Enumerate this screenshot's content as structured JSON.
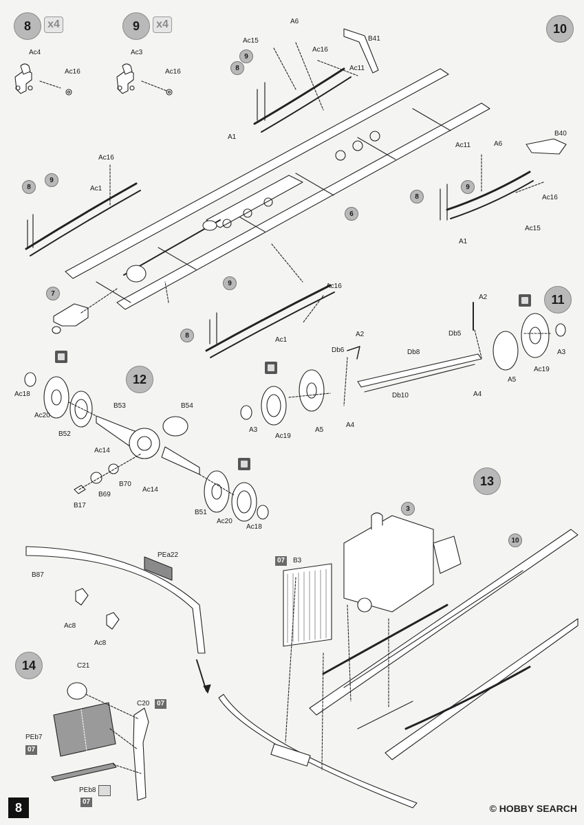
{
  "page_number": "8",
  "watermark": {
    "brand": "HOBBY SEARCH",
    "mark": "©"
  },
  "steps": {
    "s8": "8",
    "s9": "9",
    "s10": "10",
    "s11": "11",
    "s12": "12",
    "s13": "13",
    "s14": "14"
  },
  "multipliers": {
    "m8": "x4",
    "m9": "x4"
  },
  "sub_callouts": {
    "c3": "3",
    "c6": "6",
    "c7": "7",
    "c8": "8",
    "c9": "9",
    "c10": "10"
  },
  "paint_codes": {
    "p07": "07"
  },
  "parts": {
    "Ac4": "Ac4",
    "Ac3": "Ac3",
    "Ac16": "Ac16",
    "A6": "A6",
    "Ac15": "Ac15",
    "B41": "B41",
    "Ac11": "Ac11",
    "A1": "A1",
    "B40": "B40",
    "Ac1": "Ac1",
    "A2": "A2",
    "Db5": "Db5",
    "A3": "A3",
    "Db6": "Db6",
    "Db8": "Db8",
    "A5": "A5",
    "Ac19": "Ac19",
    "A4": "A4",
    "Db10": "Db10",
    "Ac18": "Ac18",
    "Ac20": "Ac20",
    "B52": "B52",
    "B53": "B53",
    "B54": "B54",
    "Ac14": "Ac14",
    "B69": "B69",
    "B70": "B70",
    "B17": "B17",
    "B51": "B51",
    "PEa22": "PEa22",
    "B87": "B87",
    "Ac8": "Ac8",
    "B3": "B3",
    "C21": "C21",
    "C20": "C20",
    "PEb7": "PEb7",
    "PEb8": "PEb8"
  }
}
